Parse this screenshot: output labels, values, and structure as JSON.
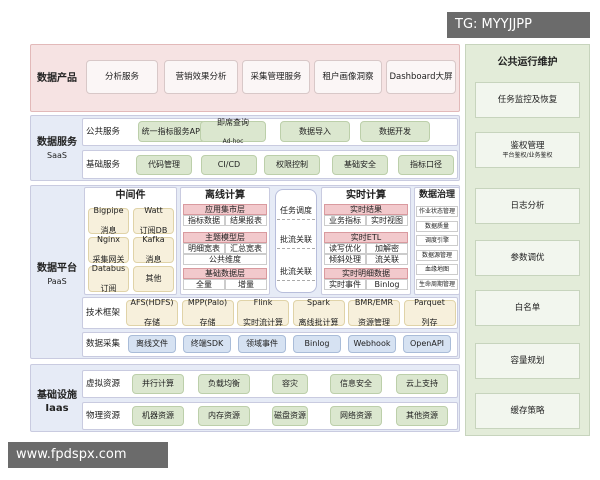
{
  "watermark_top": "TG: MYYJJPP",
  "watermark_bottom": "www.fpdspx.com",
  "product": {
    "label": "数据产品",
    "items": [
      "分析服务",
      "营销效果分析",
      "采集管理服务",
      "租户画像洞察",
      "Dashboard大屏"
    ]
  },
  "saas": {
    "label": "数据服务",
    "sub": "SaaS",
    "public": {
      "label": "公共服务",
      "items": [
        "统一指标服务API",
        "即席查询",
        "数据导入",
        "数据开发"
      ],
      "adhoc_sub": "Ad-hoc"
    },
    "base": {
      "label": "基础服务",
      "items": [
        "代码管理",
        "CI/CD",
        "权限控制",
        "基础安全",
        "指标口径"
      ]
    }
  },
  "paas": {
    "label": "数据平台",
    "sub": "PaaS",
    "middleware": {
      "title": "中间件",
      "items": [
        [
          "Bigpipe",
          "消息"
        ],
        [
          "Watt",
          "订阅DB"
        ],
        [
          "Nginx",
          "采集网关"
        ],
        [
          "Kafka",
          "消息"
        ],
        [
          "Databus",
          "订阅"
        ],
        [
          "其他",
          ""
        ]
      ]
    },
    "offline": {
      "title": "离线计算",
      "layers": [
        {
          "name": "应用集市层",
          "cells": [
            "指标数据",
            "结果报表"
          ]
        },
        {
          "name": "主题模型层",
          "cells": [
            "明细宽表",
            "汇总宽表"
          ],
          "extra": "公共维度"
        },
        {
          "name": "基础数据层",
          "cells": [
            "全量",
            "增量"
          ]
        }
      ]
    },
    "schedule": [
      "任务调度",
      "批流关联",
      "批流关联"
    ],
    "realtime": {
      "title": "实时计算",
      "layers": [
        {
          "name": "实时结果",
          "cells": [
            "业务指标",
            "实时视图"
          ]
        },
        {
          "name": "实时ETL",
          "cells": [
            "读写优化",
            "加解密",
            "倾斜处理",
            "流关联"
          ]
        },
        {
          "name": "实时明细数据",
          "cells": [
            "实时事件",
            "Binlog"
          ]
        }
      ]
    },
    "governance": {
      "title": "数据治理",
      "items": [
        "作业状态管理",
        "数据质量",
        "调度引擎",
        "数据源管理",
        "血缘地图",
        "生命周期管理"
      ]
    },
    "framework": {
      "label": "技术框架",
      "items": [
        [
          "AFS(HDFS)",
          "存储"
        ],
        [
          "MPP(Palo)",
          "存储"
        ],
        [
          "Flink",
          "实时流计算"
        ],
        [
          "Spark",
          "离线批计算"
        ],
        [
          "BMR/EMR",
          "资源管理"
        ],
        [
          "Parquet",
          "列存"
        ]
      ]
    },
    "collect": {
      "label": "数据采集",
      "items": [
        "离线文件",
        "终端SDK",
        "领域事件",
        "Binlog",
        "Webhook",
        "OpenAPI"
      ]
    }
  },
  "iaas": {
    "label": "基础设施",
    "sub": "Iaas",
    "virtual": {
      "label": "虚拟资源",
      "items": [
        "并行计算",
        "负载均衡",
        "容灾",
        "信息安全",
        "云上支持"
      ]
    },
    "physical": {
      "label": "物理资源",
      "items": [
        "机器资源",
        "内存资源",
        "磁盘资源",
        "网络资源",
        "其他资源"
      ]
    }
  },
  "ops": {
    "title": "公共运行维护",
    "items": [
      "任务监控及恢复",
      "鉴权管理",
      "日志分析",
      "参数调优",
      "白名单",
      "容量规划",
      "缓存策略"
    ],
    "auth_sub": "平台鉴权/业务鉴权"
  }
}
